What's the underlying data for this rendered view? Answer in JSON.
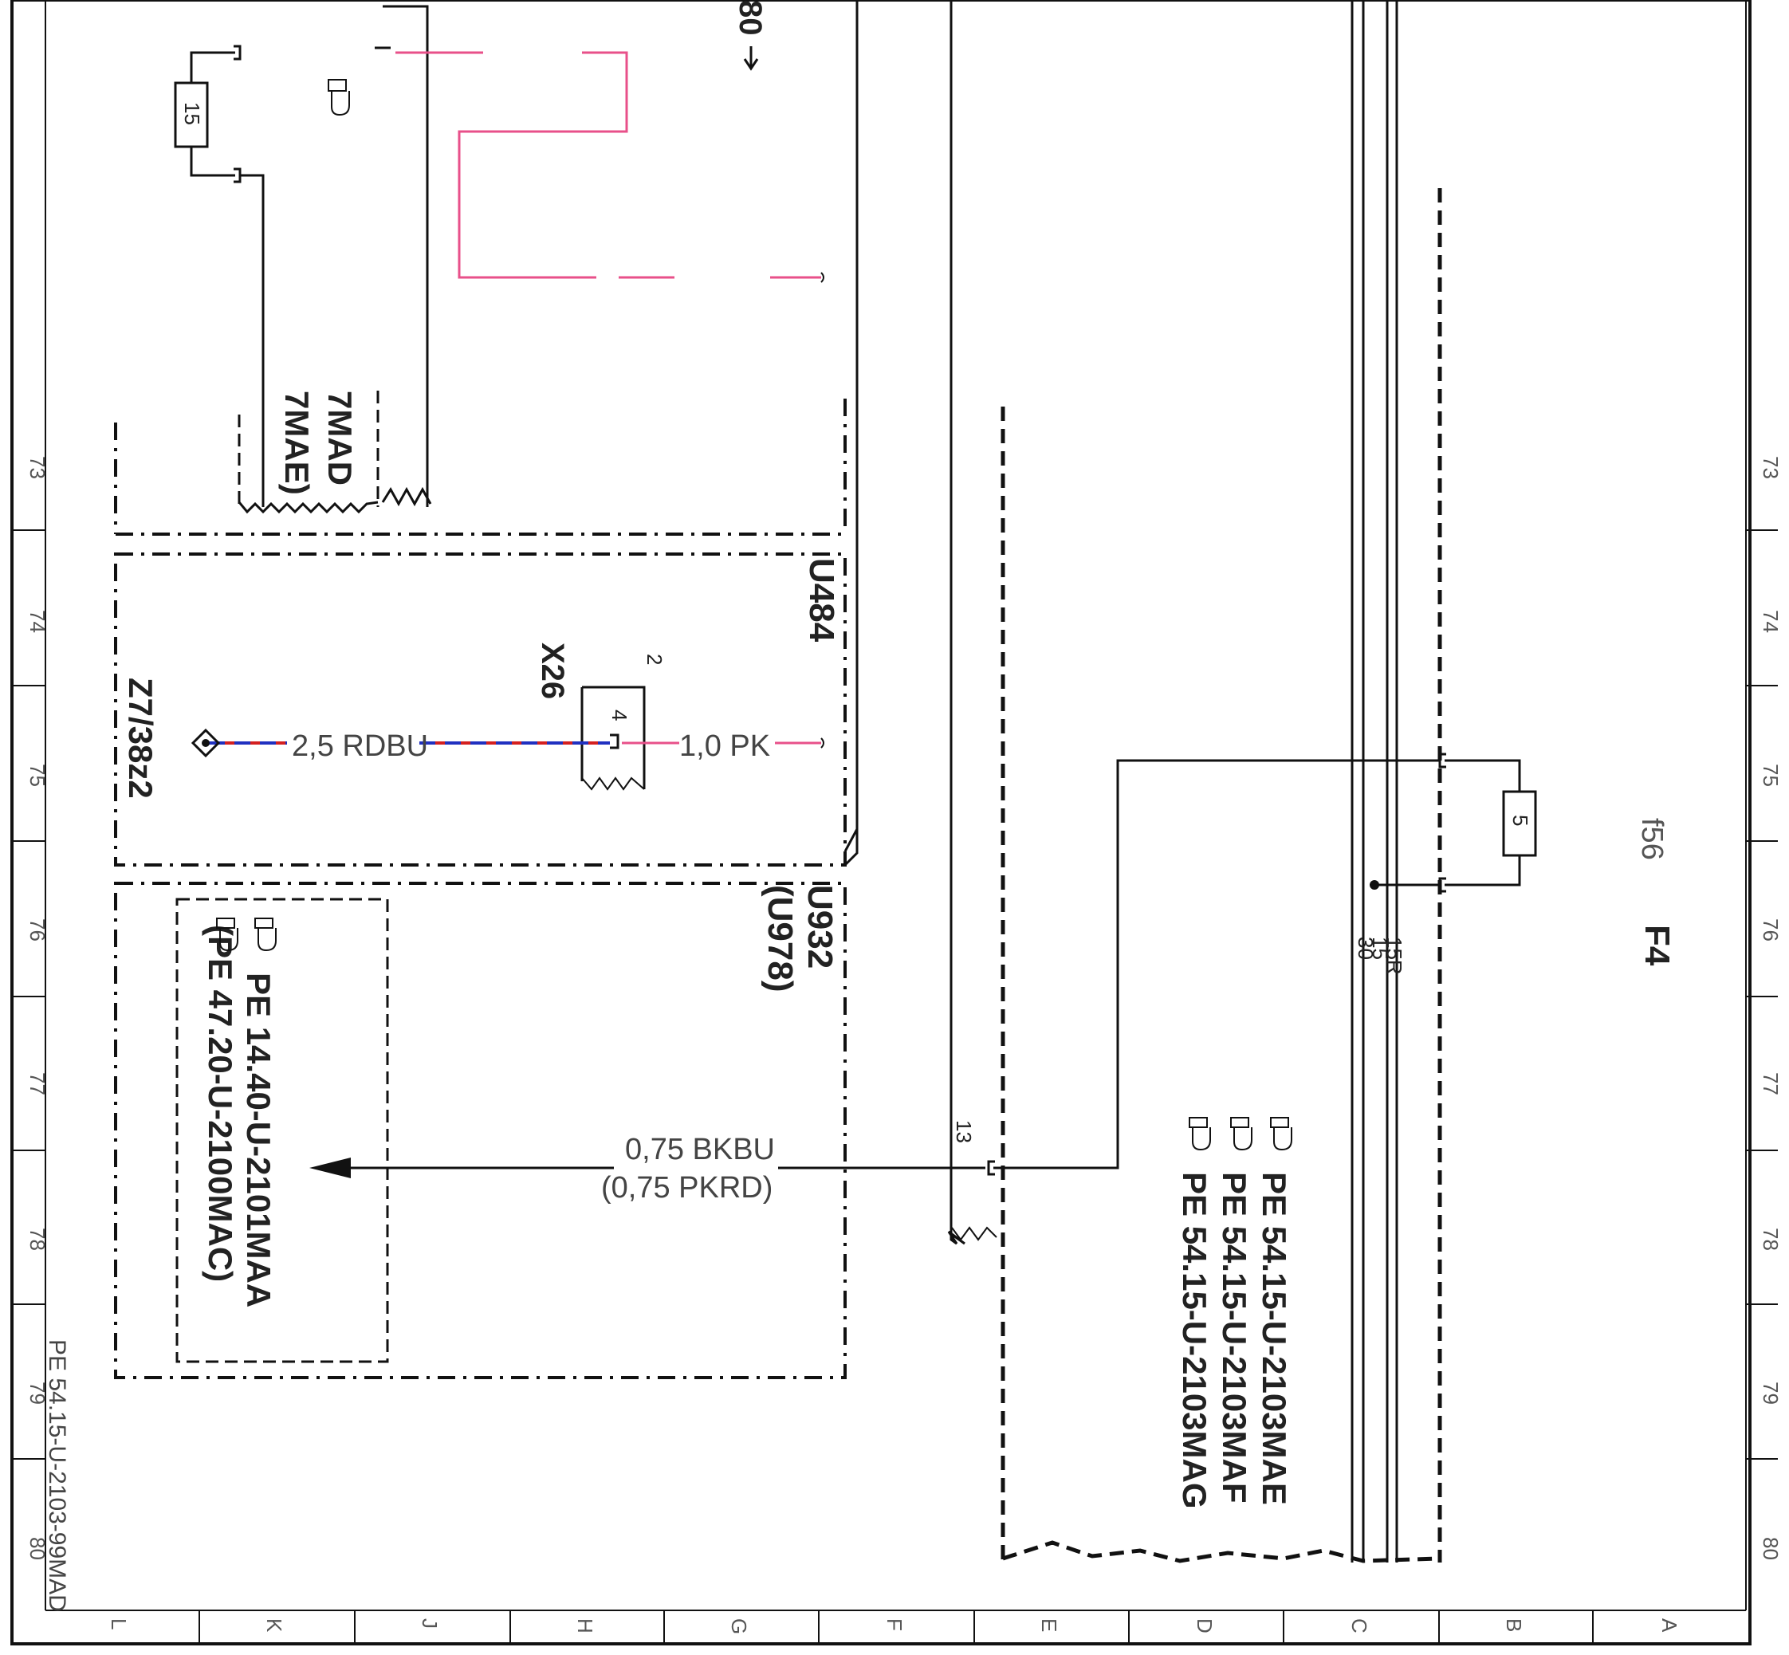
{
  "page_ref": "PE 54.15-U-2103-99MAD",
  "row_ticks": [
    "73",
    "74",
    "75",
    "76",
    "77",
    "78",
    "79",
    "80"
  ],
  "col_ticks": [
    "L",
    "K",
    "J",
    "H",
    "G",
    "F",
    "E",
    "D",
    "C",
    "B",
    "A"
  ],
  "continuation_ref": "80",
  "box_u484": {
    "label": "U484",
    "connector": "X26",
    "pin_in": "4",
    "pin_out": "2",
    "wire_left": "2,5 RDBU",
    "wire_right": "1,0 PK",
    "ground_ref": "Z7/38z2"
  },
  "box_u932": {
    "label": "U932",
    "label_alt": "(U978)",
    "refs": [
      "PE 14.40-U-2101MAA",
      "(PE 47.20-U-2100MAC)"
    ]
  },
  "top_box": {
    "fuse": "15",
    "refs": [
      "7MAD",
      "7MAE)"
    ]
  },
  "signal_wire": {
    "label": "0,75 BKBU",
    "label_alt": "(0,75 PKRD)",
    "pin": "13"
  },
  "fuse_block": {
    "name": "F4",
    "fuse_id": "f56",
    "fuse_value": "5",
    "bus_labels": [
      "15R",
      "15",
      "30"
    ],
    "refs": [
      "PE 54.15-U-2103MAE",
      "PE 54.15-U-2103MAF",
      "PE 54.15-U-2103MAG"
    ]
  },
  "colors": {
    "pink": "#e8508a",
    "red": "#d42020",
    "blue": "#2030c0",
    "black": "#111111"
  }
}
